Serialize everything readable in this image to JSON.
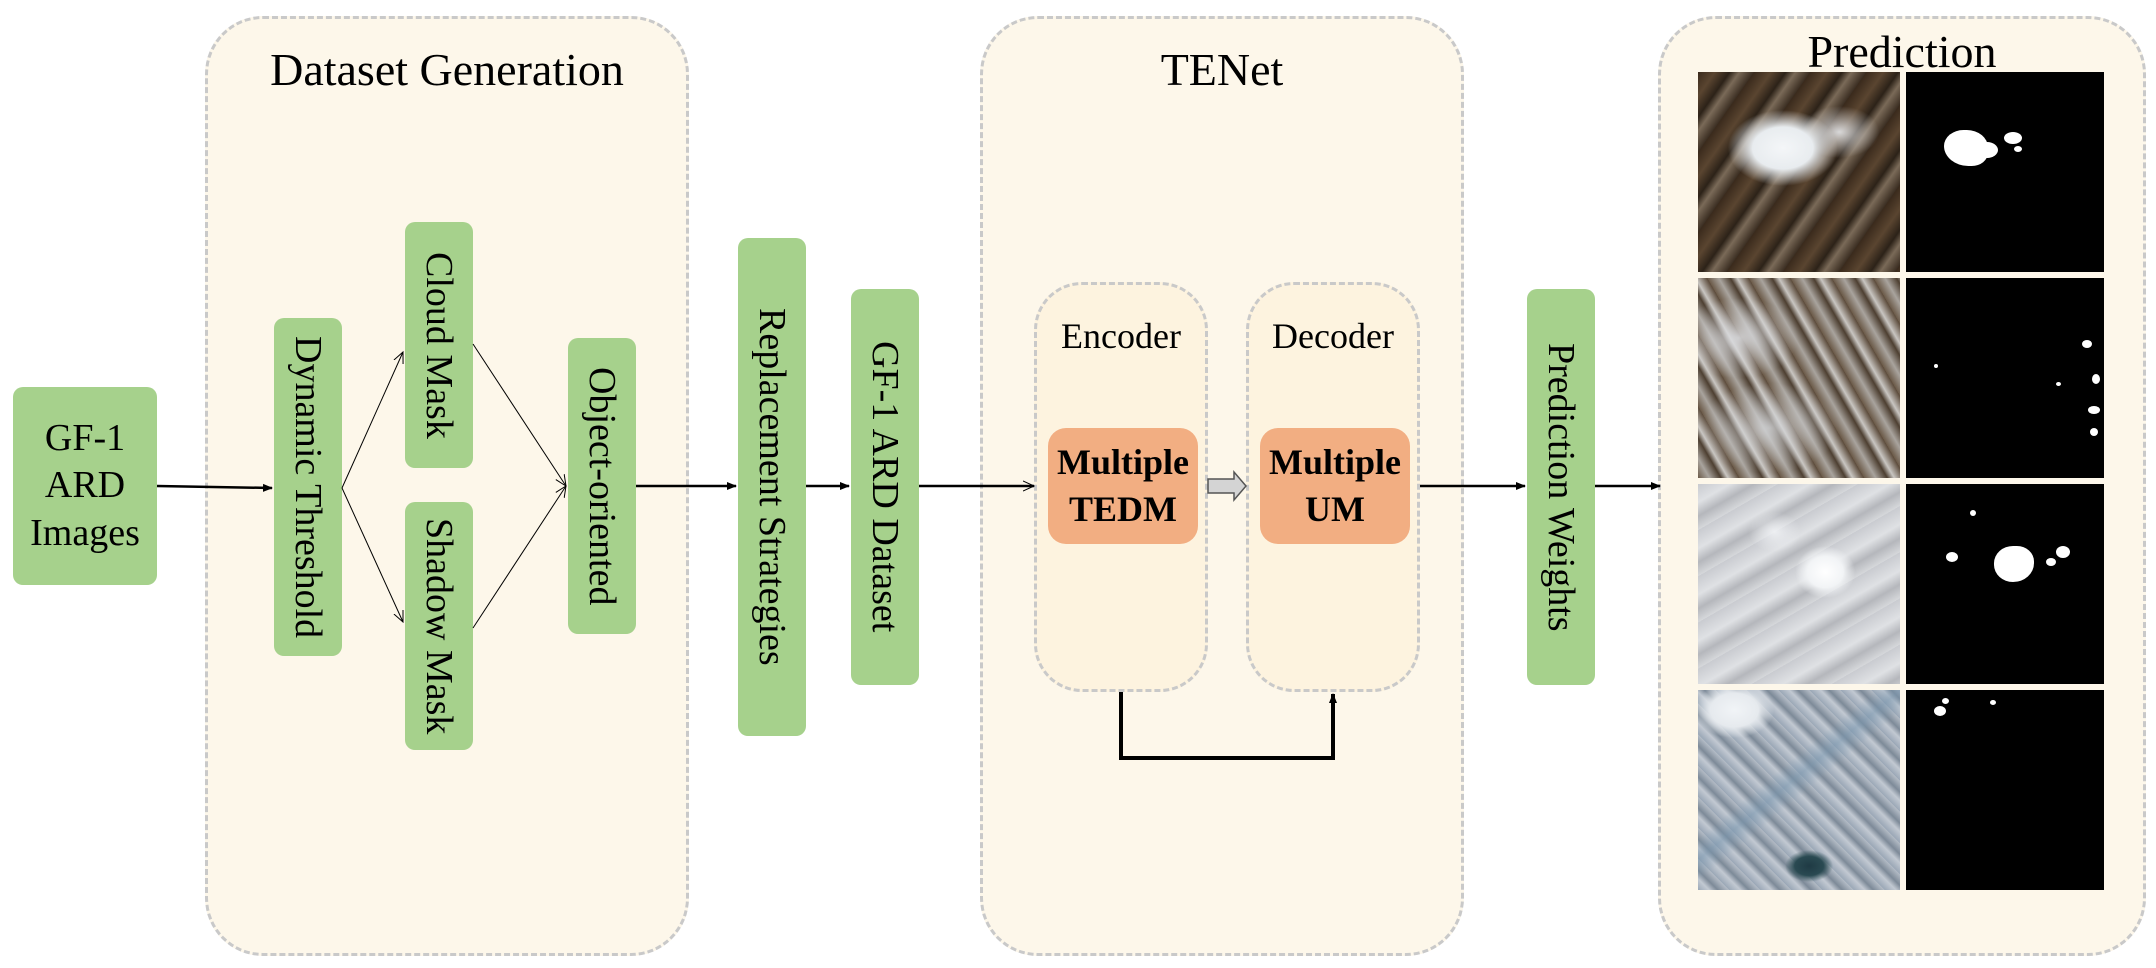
{
  "input": {
    "label_line1": "GF-1",
    "label_line2": "ARD",
    "label_line3": "Images"
  },
  "dataset_generation": {
    "title": "Dataset Generation",
    "dynamic_threshold": "Dynamic Threshold",
    "cloud_mask": "Cloud Mask",
    "shadow_mask": "Shadow Mask",
    "object_oriented": "Object-oriented"
  },
  "replacement": "Replacement Strategies",
  "ard_dataset": "GF-1 ARD Dataset",
  "tenet": {
    "title": "TENet",
    "encoder": {
      "title": "Encoder",
      "line1": "Multiple",
      "line2": "TEDM"
    },
    "decoder": {
      "title": "Decoder",
      "line1": "Multiple",
      "line2": "UM"
    }
  },
  "prediction_weights": "Prediction Weights",
  "prediction": {
    "title": "Prediction",
    "images": [
      "satellite-image-1",
      "satellite-image-2",
      "satellite-image-3",
      "satellite-image-4"
    ],
    "masks": [
      "cloud-mask-1",
      "cloud-mask-2",
      "cloud-mask-3",
      "cloud-mask-4"
    ]
  },
  "colors": {
    "green_box": "#a6d18c",
    "orange_box": "#f2ae82",
    "panel_fill": "#fdf7ea",
    "panel_border": "#c9c9c9"
  }
}
